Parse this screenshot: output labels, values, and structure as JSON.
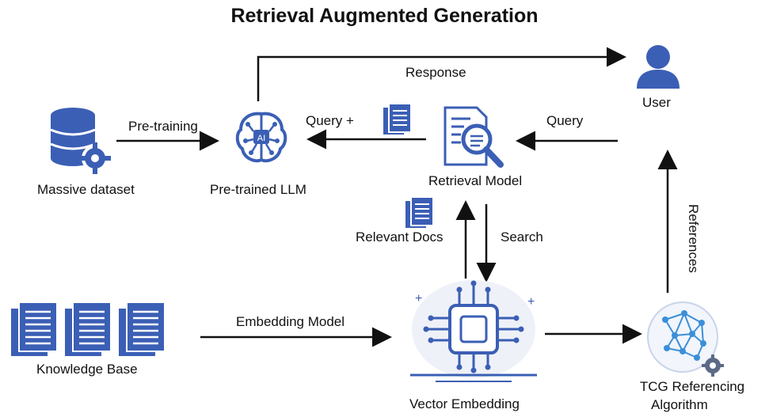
{
  "title": "Retrieval Augmented Generation",
  "nodes": {
    "massive_dataset": "Massive dataset",
    "pretrained_llm": "Pre-trained LLM",
    "retrieval_model": "Retrieval Model",
    "user": "User",
    "knowledge_base": "Knowledge Base",
    "vector_embedding": "Vector Embedding",
    "tcg_line1": "TCG Referencing",
    "tcg_line2": "Algorithm"
  },
  "edges": {
    "pretraining": "Pre-training",
    "response": "Response",
    "query_plus": "Query +",
    "query": "Query",
    "relevant_docs": "Relevant Docs",
    "search": "Search",
    "embedding_model": "Embedding Model",
    "references": "References"
  },
  "icons": {
    "massive_dataset": "database-gear-icon",
    "pretrained_llm": "ai-brain-icon",
    "retrieval_model": "document-search-icon",
    "user": "user-icon",
    "knowledge_base": "documents-icon",
    "vector_embedding": "chip-icon",
    "tcg": "network-gear-icon"
  },
  "colors": {
    "accent": "#3b5fb5",
    "arrow": "#111111"
  }
}
